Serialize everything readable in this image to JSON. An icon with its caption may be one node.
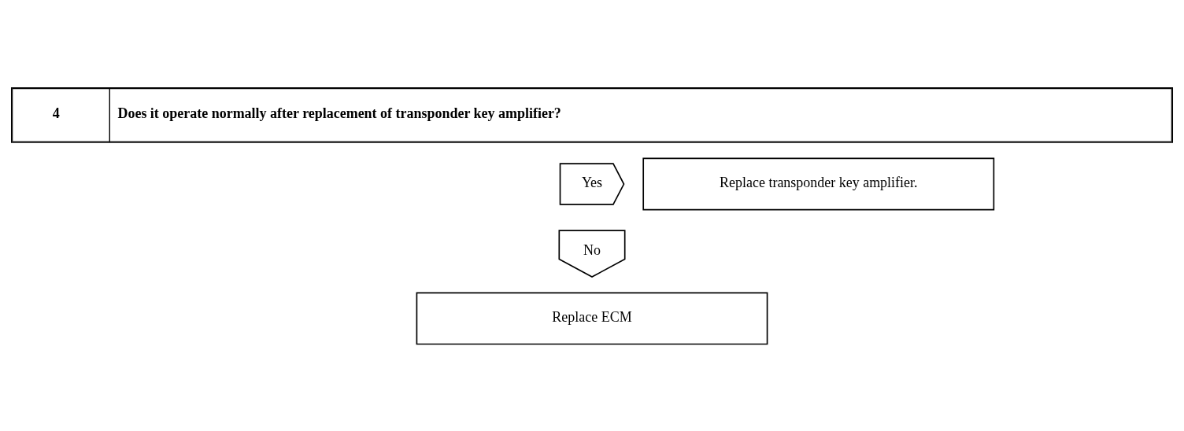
{
  "diagram": {
    "nodes": [
      {
        "text": [
          "4",
          "Does it operate normally after replacement of transponder key amplifier?"
        ]
      },
      {
        "text": [
          "Yes"
        ]
      },
      {
        "text": [
          "Replace transponder key amplifier."
        ]
      },
      {
        "text": [
          "No"
        ]
      },
      {
        "text": [
          "Replace ECM"
        ]
      }
    ]
  }
}
